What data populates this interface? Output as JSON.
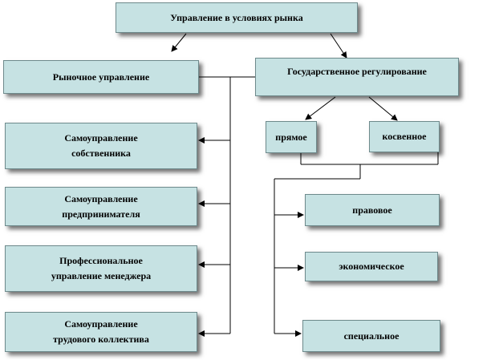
{
  "nodes": {
    "root": "Управление в условиях рынка",
    "market": "Рыночное управление",
    "state": "Государственное регулирование",
    "owner": "Самоуправление\nсобственника",
    "entrepreneur": "Самоуправление\nпредпринимателя",
    "manager": "Профессиональное\nуправление менеджера",
    "collective": "Самоуправление\nтрудового коллектива",
    "direct": "прямое",
    "indirect": "косвенное",
    "legal": "правовое",
    "economic": "экономическое",
    "special": "специальное"
  },
  "colors": {
    "box_fill": "#c6e2e3",
    "box_border": "#6e8a8c",
    "line": "#000000"
  }
}
